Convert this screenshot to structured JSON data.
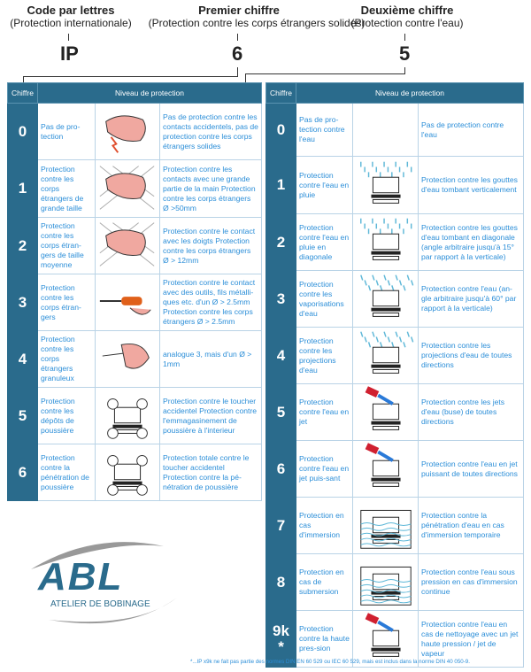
{
  "header": {
    "code": {
      "title": "Code par lettres",
      "subtitle": "(Protection internationale)",
      "value": "IP"
    },
    "first": {
      "title": "Premier chiffre",
      "subtitle": "(Protection contre les corps étrangers solides)",
      "value": "6"
    },
    "second": {
      "title": "Deuxième chiffre",
      "subtitle": "(Protection contre l'eau)",
      "value": "5"
    }
  },
  "colors": {
    "accent": "#2a6b8c",
    "text": "#2b8ed8"
  },
  "left_table": {
    "col_digit": "Chiffre",
    "col_level": "Niveau de protection",
    "rows": [
      {
        "digit": "0",
        "short": "Pas de pro-tection",
        "icon": "hand-electric-icon",
        "desc": "Pas de protection contre les contacts accidentels, pas de protection contre les corps étrangers solides"
      },
      {
        "digit": "1",
        "short": "Protection contre les corps étrangers de grande taille",
        "icon": "hand-grid-icon",
        "desc": "Protection contre les contacts avec une grande partie de la main Protection contre les corps étrangers Ø >50mm"
      },
      {
        "digit": "2",
        "short": "Protection contre les corps étran-gers de taille moyenne",
        "icon": "finger-grid-icon",
        "desc": "Protection contre le contact avec les doigts Protection contre les corps étrangers Ø > 12mm"
      },
      {
        "digit": "3",
        "short": "Protection contre les corps étran-gers",
        "icon": "screwdriver-icon",
        "desc": "Protection contre le contact avec des outils, fils métalli-ques etc. d'un Ø > 2.5mm Protection contre les corps étrangers Ø > 2.5mm"
      },
      {
        "digit": "4",
        "short": "Protection contre les corps étrangers granuleux",
        "icon": "hand-wire-icon",
        "desc": "analogue 3, mais d'un Ø > 1mm"
      },
      {
        "digit": "5",
        "short": "Protection contre les dépôts de poussière",
        "icon": "dust-box-icon",
        "desc": "Protection contre le toucher accidentel Protection contre l'emmagasinement de poussière à l'interieur"
      },
      {
        "digit": "6",
        "short": "Protection contre la pénétration de poussière",
        "icon": "dust-box-icon",
        "desc": "Protection totale contre le toucher accidentel Protection contre la pé-nétration de poussière"
      }
    ]
  },
  "right_table": {
    "col_digit": "Chiffre",
    "col_level": "Niveau de protection",
    "rows": [
      {
        "digit": "0",
        "short": "Pas de pro-tection contre l'eau",
        "icon": "",
        "desc": "Pas de protection contre l'eau"
      },
      {
        "digit": "1",
        "short": "Protection contre l'eau en pluie",
        "icon": "rain-box-icon",
        "desc": "Protection contre les gouttes d'eau tombant verticalement"
      },
      {
        "digit": "2",
        "short": "Protection contre l'eau en pluie en diagonale",
        "icon": "rain-box-icon",
        "desc": "Protection contre les gouttes d'eau tombant en diagonale (angle arbitraire jusqu'à 15° par rapport à la verticale)"
      },
      {
        "digit": "3",
        "short": "Protection contre les vaporisations d'eau",
        "icon": "spray-box-icon",
        "desc": "Protection contre l'eau (an-gle arbitraire jusqu'à 60° par rapport à la verticale)"
      },
      {
        "digit": "4",
        "short": "Protection contre les projections d'eau",
        "icon": "splash-box-icon",
        "desc": "Protection contre les projections d'eau de toutes directions"
      },
      {
        "digit": "5",
        "short": "Protection contre l'eau en jet",
        "icon": "jet-box-icon",
        "desc": "Protection contre les jets d'eau (buse) de toutes directions"
      },
      {
        "digit": "6",
        "short": "Protection contre l'eau en jet puis-sant",
        "icon": "jet-box-icon",
        "desc": "Protection contre l'eau en jet puissant de toutes directions"
      },
      {
        "digit": "7",
        "short": "Protection en cas d'immersion",
        "icon": "immersion-box-icon",
        "desc": "Protection contre la pénétration d'eau en cas d'immersion temporaire"
      },
      {
        "digit": "8",
        "short": "Protection en cas de submersion",
        "icon": "submersion-box-icon",
        "desc": "Protection contre l'eau sous pression en cas d'immersion continue"
      },
      {
        "digit": "9k *",
        "short": "Protection contre la haute pres-sion",
        "icon": "high-pressure-icon",
        "desc": "Protection contre l'eau en cas de nettoyage avec un jet haute pression / jet de vapeur"
      }
    ]
  },
  "logo": {
    "letters": "ABL",
    "tagline": "ATELIER DE BOBINAGE"
  },
  "footnote": "*...IP x9k ne fait pas partie des normes DIN EN 60 529 ou IEC 60 529, mais est inclus dans la norme DIN 40 050-9."
}
